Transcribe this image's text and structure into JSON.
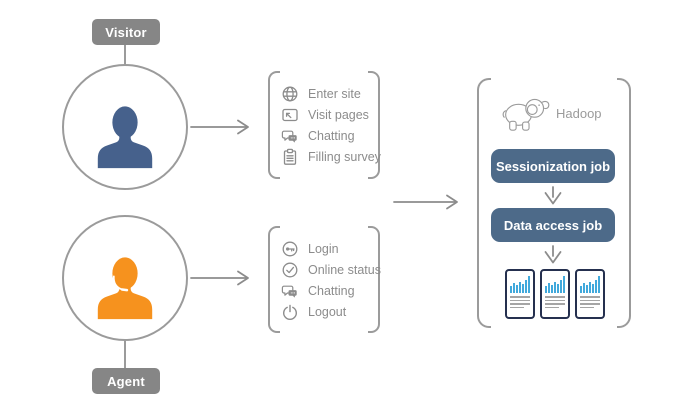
{
  "visitor": {
    "label": "Visitor",
    "activities": [
      {
        "icon": "globe-icon",
        "label": "Enter site"
      },
      {
        "icon": "browser-icon",
        "label": "Visit pages"
      },
      {
        "icon": "chat-icon",
        "label": "Chatting"
      },
      {
        "icon": "survey-icon",
        "label": "Filling survey"
      }
    ]
  },
  "agent": {
    "label": "Agent",
    "activities": [
      {
        "icon": "key-icon",
        "label": "Login"
      },
      {
        "icon": "check-circle-icon",
        "label": "Online status"
      },
      {
        "icon": "chat-icon",
        "label": "Chatting"
      },
      {
        "icon": "power-icon",
        "label": "Logout"
      }
    ]
  },
  "hadoop": {
    "label": "Hadoop",
    "jobs": [
      {
        "label": "Sessionization job"
      },
      {
        "label": "Data access job"
      }
    ],
    "reports": {
      "count": 3,
      "bar_values": [
        40,
        58,
        45,
        62,
        52,
        75,
        100
      ],
      "text_lines": 4
    }
  },
  "colors": {
    "visitor_avatar": "#46618C",
    "agent_avatar": "#F6921E",
    "job_button": "#4D6A89",
    "label_box": "#868686",
    "report_bar": "#41A9DC",
    "report_border": "#25304F",
    "line_gray": "#9B9B9B",
    "text_gray": "#8C8C8C"
  }
}
